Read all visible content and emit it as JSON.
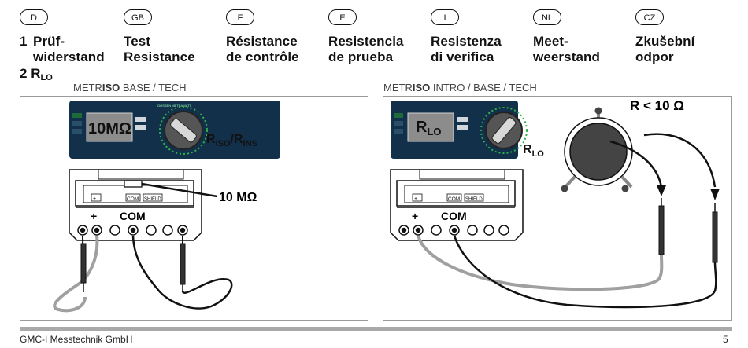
{
  "languages": [
    {
      "code": "D",
      "heading": "Prüf-\nwiderstand"
    },
    {
      "code": "GB",
      "heading": "Test\nResistance"
    },
    {
      "code": "F",
      "heading": "Résistance\nde contrôle"
    },
    {
      "code": "E",
      "heading": "Resistencia\nde prueba"
    },
    {
      "code": "I",
      "heading": "Resistenza\ndi verifica"
    },
    {
      "code": "NL",
      "heading": "Meet-\nweerstand"
    },
    {
      "code": "CZ",
      "heading": "Zkušební\nodpor"
    }
  ],
  "items": [
    {
      "number": "1"
    },
    {
      "number": "2",
      "label": "R",
      "sub": "LO"
    }
  ],
  "left_figure": {
    "caption_pre": "METR",
    "caption_bold": "ISO",
    "caption_post": " BASE / TECH",
    "display": "10MΩ",
    "switch_label": "R",
    "switch_sub1": "ISO",
    "switch_mid": "/R",
    "switch_sub2": "INS",
    "resistor_label": "10 MΩ",
    "plus": "+",
    "com": "COM",
    "inner_plus": "+",
    "inner_com": "COM",
    "inner_shield": "SHIELD"
  },
  "right_figure": {
    "caption_pre": "METR",
    "caption_bold": "ISO",
    "caption_post": " INTRO / BASE / TECH",
    "display_main": "R",
    "display_sub": "LO",
    "switch_main": "R",
    "switch_sub": "LO",
    "resistance_label": "R < 10 Ω",
    "plus": "+",
    "com": "COM",
    "inner_plus": "+",
    "inner_com": "COM",
    "inner_shield": "SHIELD"
  },
  "footer": {
    "company": "GMC-I Messtechnik GmbH",
    "page": "5"
  },
  "colors": {
    "device_panel": "#12304a",
    "display": "#8c8c8c",
    "knob": "#555555",
    "accent_green": "#2db34a",
    "probe_gray": "#a0a0a0",
    "probe_black": "#111111"
  }
}
